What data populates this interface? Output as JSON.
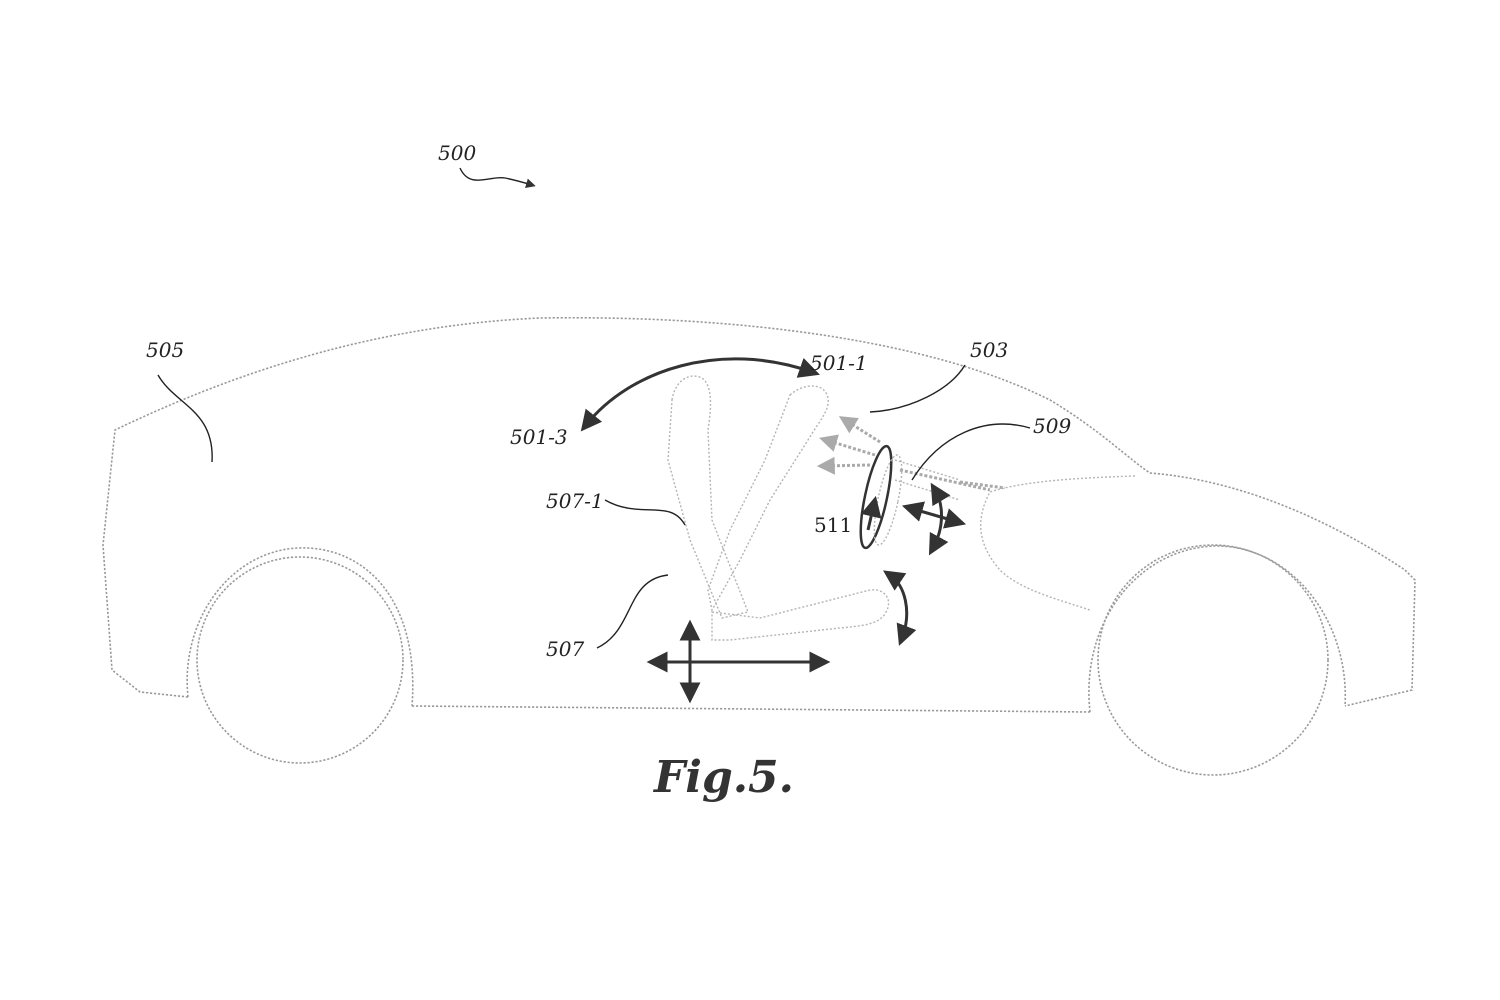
{
  "figure": {
    "caption": "Fig.5.",
    "labels": {
      "l500": "500",
      "l505": "505",
      "l501_1": "501-1",
      "l503": "503",
      "l501_3": "501-3",
      "l509": "509",
      "l507_1": "507-1",
      "l511": "511",
      "l507": "507"
    }
  }
}
